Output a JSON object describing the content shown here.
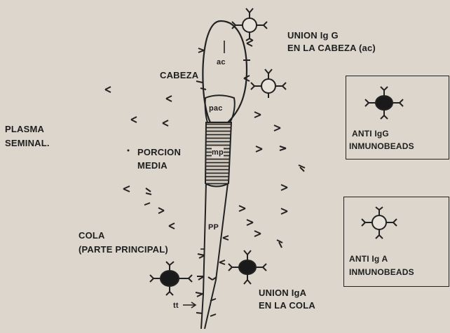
{
  "labels": {
    "plasma_line1": "PLASMA",
    "plasma_line2": "SEMINAL.",
    "cabeza": "CABEZA",
    "porcion_line1": "PORCION",
    "porcion_line2": "MEDIA",
    "cola_line1": "COLA",
    "cola_line2": "(PARTE PRINCIPAL)",
    "union_igg_line1": "UNION Ig G",
    "union_igg_line2": "EN LA CABEZA (ac)",
    "union_iga_line1": "UNION IgA",
    "union_iga_line2": "EN LA COLA",
    "ac": "ac",
    "pac": "pac",
    "mp": "mp",
    "pp": "PP",
    "tt": "tt"
  },
  "legend": {
    "igg_line1": "ANTI IgG",
    "igg_line2": "INMUNOBEADS",
    "iga_line1": "ANTI Ig A",
    "iga_line2": "INMUNOBEADS"
  },
  "icons": {
    "filled_bead": "filled-immunobead-icon",
    "hollow_bead": "hollow-immunobead-icon",
    "antibody": "y-antibody-icon"
  },
  "colors": {
    "background": "#dcd6cc",
    "ink": "#1a1a1a"
  }
}
